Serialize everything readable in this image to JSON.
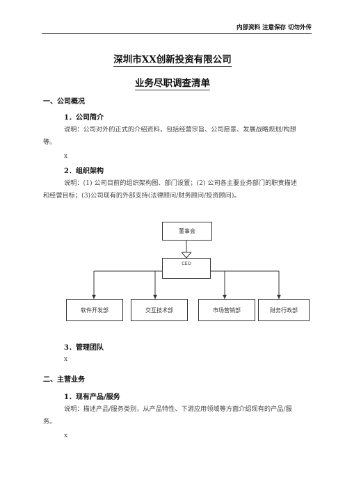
{
  "header": {
    "note": "内部资料 注意保存 切勿外传"
  },
  "doc": {
    "company_title": "深圳市XX创新投资有限公司",
    "subtitle": "业务尽职调查清单"
  },
  "sections": {
    "s1": {
      "heading": "一、公司概况",
      "sub1": {
        "heading": "1．公司简介",
        "desc": "说明：公司对外的正式的介绍资料，包括经营宗旨、公司愿景、发展战略规划/构想等。",
        "value": "x"
      },
      "sub2": {
        "heading": "2．组织架构",
        "desc": "说明：(1) 公司目前的组织架构图、部门设置；(2) 公司各主要业务部门的职责描述和经营目标；(3)公司现有的外部支持(法律顾问/财务顾问/投资顾问)。"
      },
      "sub3": {
        "heading": "3．管理团队",
        "value": "x"
      }
    },
    "s2": {
      "heading": "二、主营业务",
      "sub1": {
        "heading": "1．现有产品/服务",
        "desc": "说明：描述产品/服务类别，从产品特性、下游应用领域等方面介绍现有的产品/服务。",
        "value": "x"
      }
    }
  },
  "org_chart": {
    "board": "董事会",
    "ceo": "CEO",
    "departments": [
      "软件开发部",
      "交互技术部",
      "市场营销部",
      "财务行政部"
    ]
  }
}
